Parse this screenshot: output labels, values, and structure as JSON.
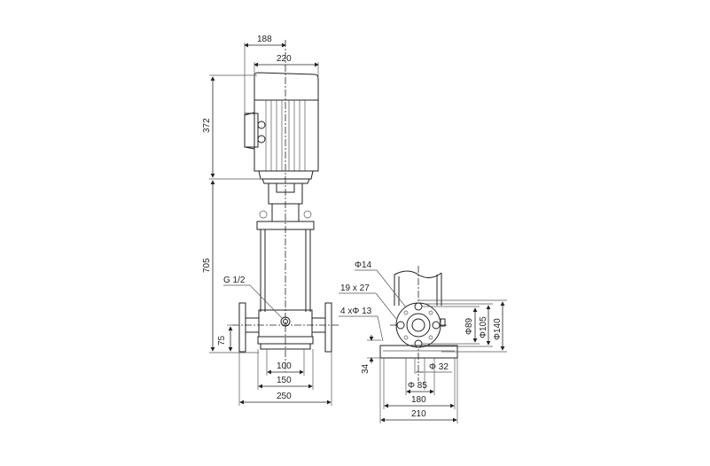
{
  "drawing": {
    "front_view": {
      "dims": {
        "motor_offset": "188",
        "motor_width": "220",
        "motor_height": "372",
        "pump_height": "705",
        "inlet_height": "75",
        "base_inner": "100",
        "base_mid": "150",
        "flange_span": "250",
        "gauge_port": "G 1/2"
      }
    },
    "side_view": {
      "dims": {
        "hole_dia": "Φ14",
        "slot": "19 x 27",
        "bolt_holes": "4 xΦ 13",
        "pcd": "Φ89",
        "bolt_circle": "Φ105",
        "flange_dia": "Φ140",
        "base_thickness": "34",
        "bore": "Φ 32",
        "spigot": "Φ 85",
        "base_inner": "180",
        "base_outer": "210"
      }
    }
  }
}
